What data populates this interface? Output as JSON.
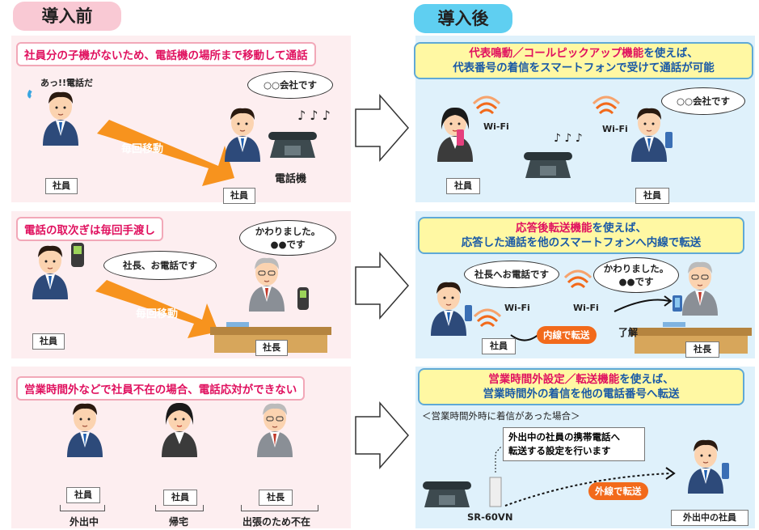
{
  "before": {
    "tab": "導入前",
    "panel1": {
      "caption": "社員分の子機がないため、電話機の場所まで移動して通話",
      "exclaim": "あっ!!電話だ",
      "arrow_label": "毎回移動",
      "bubble": "○○会社です",
      "phone_label": "電話機",
      "label_left": "社員",
      "label_right": "社員"
    },
    "panel2": {
      "caption": "電話の取次ぎは毎回手渡し",
      "bubble_left": "社長、お電話です",
      "bubble_right_1": "かわりました。",
      "bubble_right_2": "●●です",
      "arrow_label": "毎回移動",
      "label_left": "社員",
      "label_right": "社長"
    },
    "panel3": {
      "caption": "営業時間外などで社員不在の場合、電話応対ができない",
      "people": [
        {
          "label": "社員",
          "status": "外出中"
        },
        {
          "label": "社員",
          "status": "帰宅"
        },
        {
          "label": "社長",
          "status": "出張のため不在"
        }
      ]
    }
  },
  "after": {
    "tab": "導入後",
    "panel1": {
      "caption_hl": "代表鳴動／コールピックアップ機能",
      "caption_rest1": "を使えば、",
      "caption_line2": "代表番号の着信をスマートフォンで受けて通話が可能",
      "wifi_left": "Wi-Fi",
      "wifi_right": "Wi-Fi",
      "bubble": "○○会社です",
      "label_left": "社員",
      "label_right": "社員"
    },
    "panel2": {
      "caption_hl": "応答後転送機能",
      "caption_rest1": "を使えば、",
      "caption_line2": "応答した通話を他のスマートフォンへ内線で転送",
      "bubble_left": "社長へお電話です",
      "bubble_right_1": "かわりました。",
      "bubble_right_2": "●●です",
      "wifi_left": "Wi-Fi",
      "wifi_right": "Wi-Fi",
      "tag": "内線で転送",
      "ok": "了解",
      "label_left": "社員",
      "label_right": "社長"
    },
    "panel3": {
      "caption_hl": "営業時間外設定／転送機能",
      "caption_rest1": "を使えば、",
      "caption_line2": "営業時間外の着信を他の電話番号へ転送",
      "subnote": "＜営業時間外時に着信があった場合＞",
      "note_1": "外出中の社員の携帯電話へ",
      "note_2": "転送する設定を行います",
      "device": "SR-60VN",
      "tag": "外線で転送",
      "label_right": "外出中の社員"
    }
  },
  "colors": {
    "pink_panel": "#fdeef0",
    "blue_panel": "#dff1fb",
    "accent_pink": "#e0115f",
    "accent_blue": "#1a5aa6",
    "orange": "#f7931e"
  }
}
